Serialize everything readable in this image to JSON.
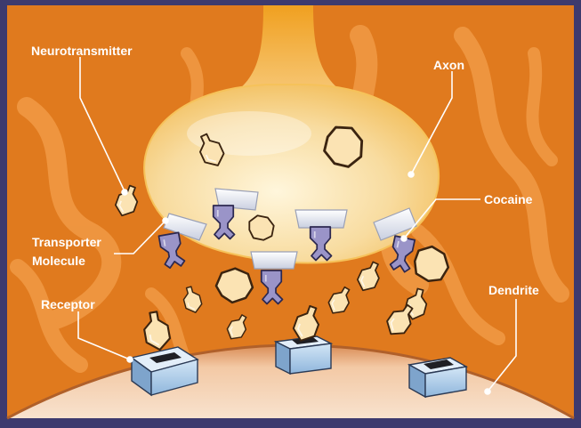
{
  "labels": {
    "neurotransmitter": "Neurotransmitter",
    "axon": "Axon",
    "cocaine": "Cocaine",
    "transporter_line1": "Transporter",
    "transporter_line2": "Molecule",
    "receptor": "Receptor",
    "dendrite": "Dendrite"
  },
  "colors": {
    "frame": "#3d3a6e",
    "background": "#e07a1e",
    "swirl": "#f09238",
    "axon_bulb": "#f7d89a",
    "dendrite": "#e9a46a",
    "neurotransmitter_fill": "#fbe3b3",
    "neurotransmitter_stroke": "#3b2410",
    "transporter_cap": "#e8ecf4",
    "cocaine_fill": "#9a94c8",
    "receptor_fill": "#b5d2ec",
    "label_text": "#ffffff"
  }
}
